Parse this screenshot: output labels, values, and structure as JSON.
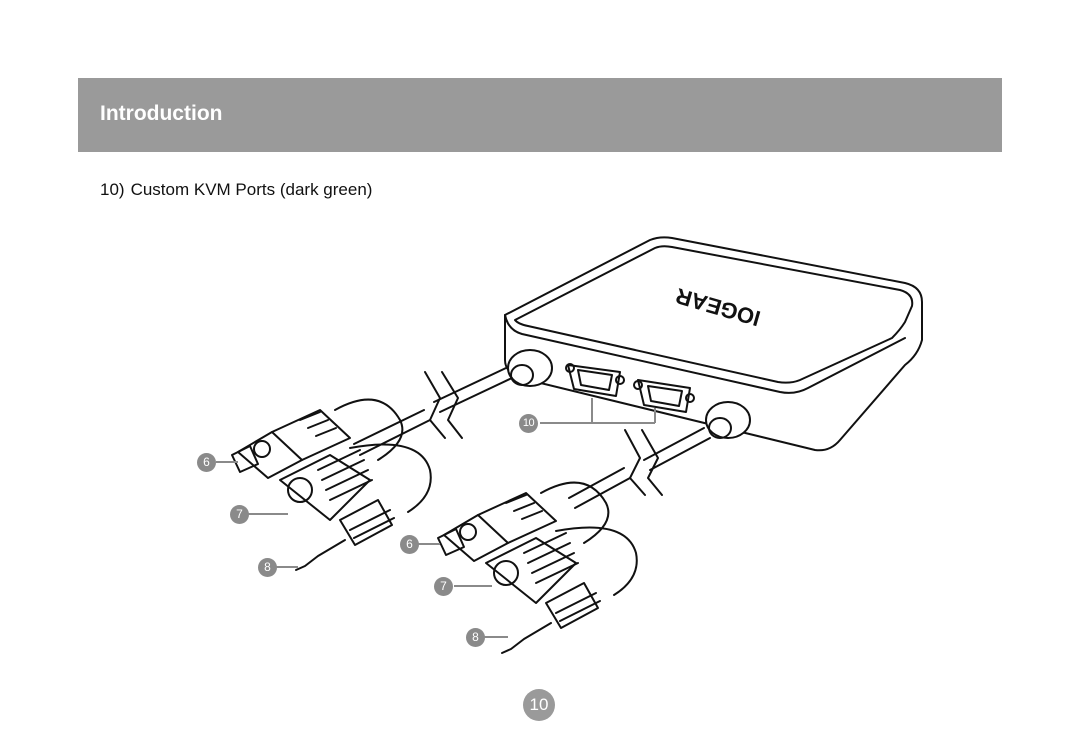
{
  "header": {
    "title": "Introduction"
  },
  "item": {
    "number": "10)",
    "text": "Custom KVM Ports (dark green)"
  },
  "device": {
    "brand": "IOGEAR"
  },
  "callouts": {
    "ports": "10",
    "usb_1": "6",
    "ps2_1": "7",
    "audio_1": "8",
    "usb_2": "6",
    "ps2_2": "7",
    "audio_2": "8"
  },
  "page": {
    "number": "10"
  },
  "colors": {
    "header_bg": "#9a9a9a",
    "callout_bg": "#8a8a8a"
  }
}
